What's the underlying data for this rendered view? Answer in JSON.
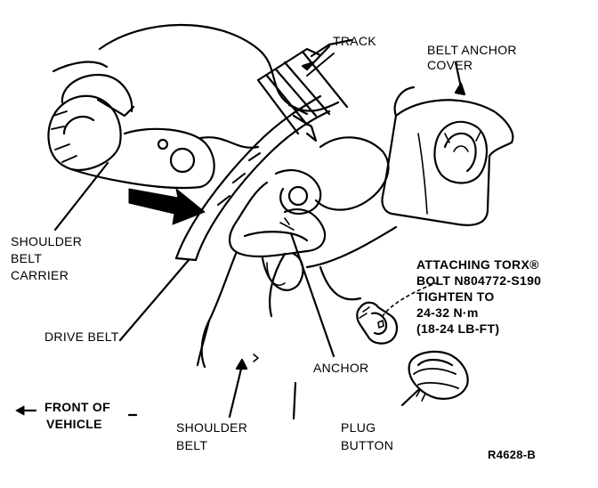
{
  "labels": {
    "track": "TRACK",
    "belt_anchor_cover": [
      "BELT ANCHOR",
      "COVER"
    ],
    "shoulder_belt_carrier": [
      "SHOULDER",
      "BELT",
      "CARRIER"
    ],
    "drive_belt": "DRIVE BELT",
    "attaching_bolt": [
      "ATTACHING TORX®",
      "BOLT N804772-S190",
      "TIGHTEN TO",
      "24-32 N·m",
      "(18-24 LB-FT)"
    ],
    "anchor": "ANCHOR",
    "front_of_vehicle": [
      "FRONT OF",
      "VEHICLE"
    ],
    "shoulder_belt": [
      "SHOULDER",
      "BELT"
    ],
    "plug_button": [
      "PLUG",
      "BUTTON"
    ],
    "figure_id": "R4628-B"
  },
  "icons": {
    "front_arrow": "left-arrow-icon"
  }
}
